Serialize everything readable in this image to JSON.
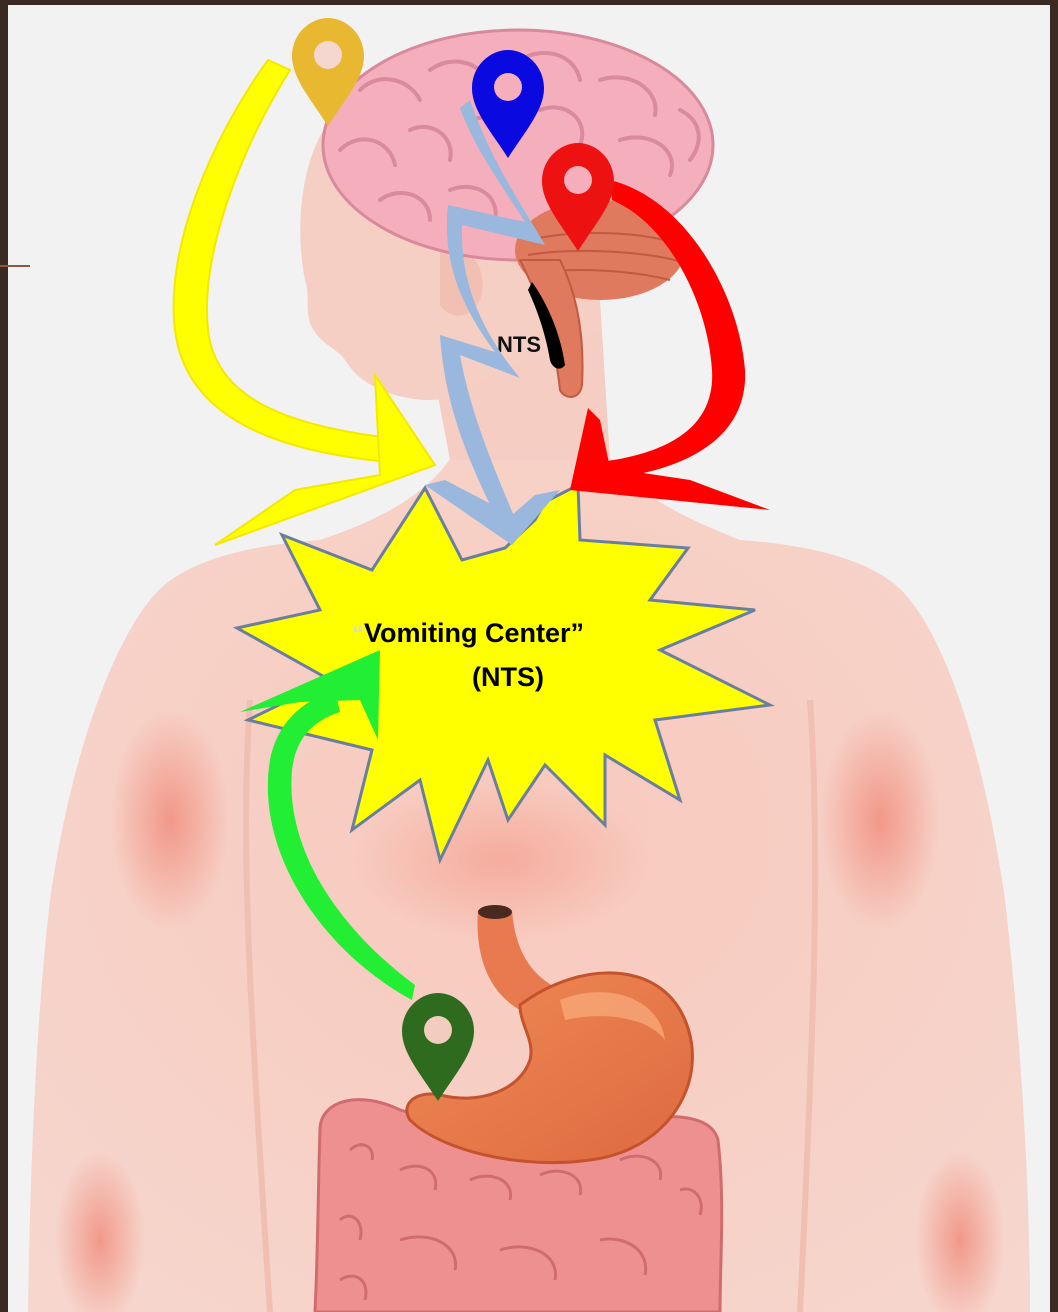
{
  "diagram": {
    "center_label_line1": "Vomiting Center”",
    "center_label_line2": "(NTS)",
    "center_label_open_quote": "“",
    "brainstem_label": "NTS"
  },
  "pins": [
    {
      "name": "yellow-location-pin-icon",
      "color": "#e8b830"
    },
    {
      "name": "blue-location-pin-icon",
      "color": "#0a0ae0"
    },
    {
      "name": "red-location-pin-icon",
      "color": "#ee1111"
    },
    {
      "name": "green-location-pin-icon",
      "color": "#2f6b1e"
    }
  ],
  "colors": {
    "background": "#f2f2f2",
    "frame": "#3a2a22",
    "yellow_arrow": "#ffff00",
    "lightblue_arrow": "#9ab8dd",
    "red_arrow": "#ff0000",
    "green_arrow": "#22ee33",
    "burst_fill": "#ffff00",
    "burst_stroke": "#6a7fa0"
  }
}
